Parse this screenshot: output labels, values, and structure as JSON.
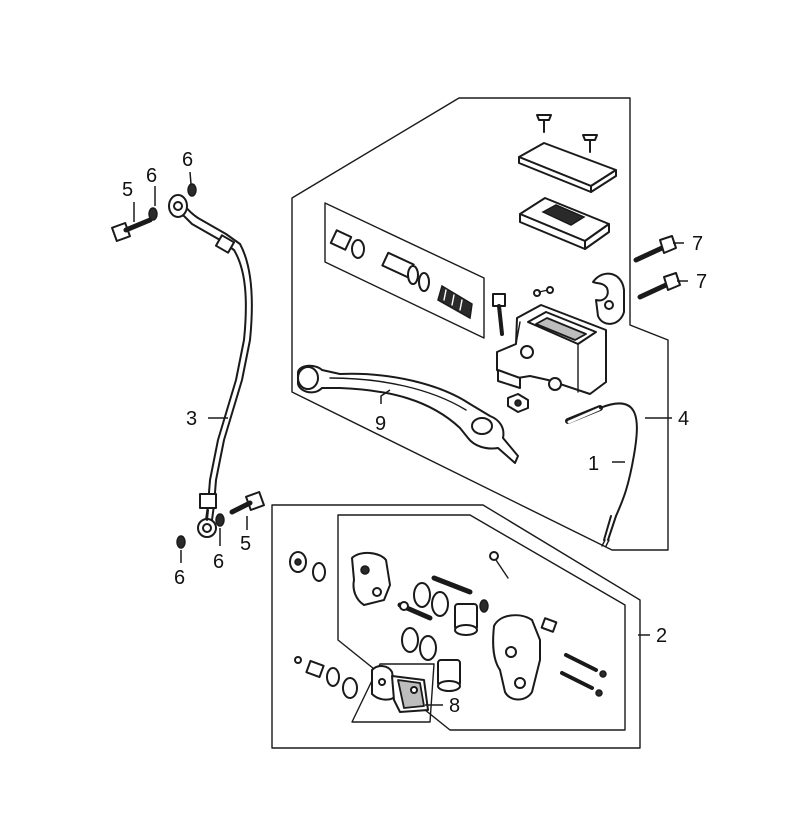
{
  "diagram": {
    "callouts": [
      {
        "id": "c1",
        "text": "1"
      },
      {
        "id": "c2",
        "text": "2"
      },
      {
        "id": "c3",
        "text": "3"
      },
      {
        "id": "c4",
        "text": "4"
      },
      {
        "id": "c5a",
        "text": "5"
      },
      {
        "id": "c5b",
        "text": "5"
      },
      {
        "id": "c6a",
        "text": "6"
      },
      {
        "id": "c6b",
        "text": "6"
      },
      {
        "id": "c6c",
        "text": "6"
      },
      {
        "id": "c6d",
        "text": "6"
      },
      {
        "id": "c7a",
        "text": "7"
      },
      {
        "id": "c7b",
        "text": "7"
      },
      {
        "id": "c8",
        "text": "8"
      },
      {
        "id": "c9",
        "text": "9"
      }
    ]
  }
}
